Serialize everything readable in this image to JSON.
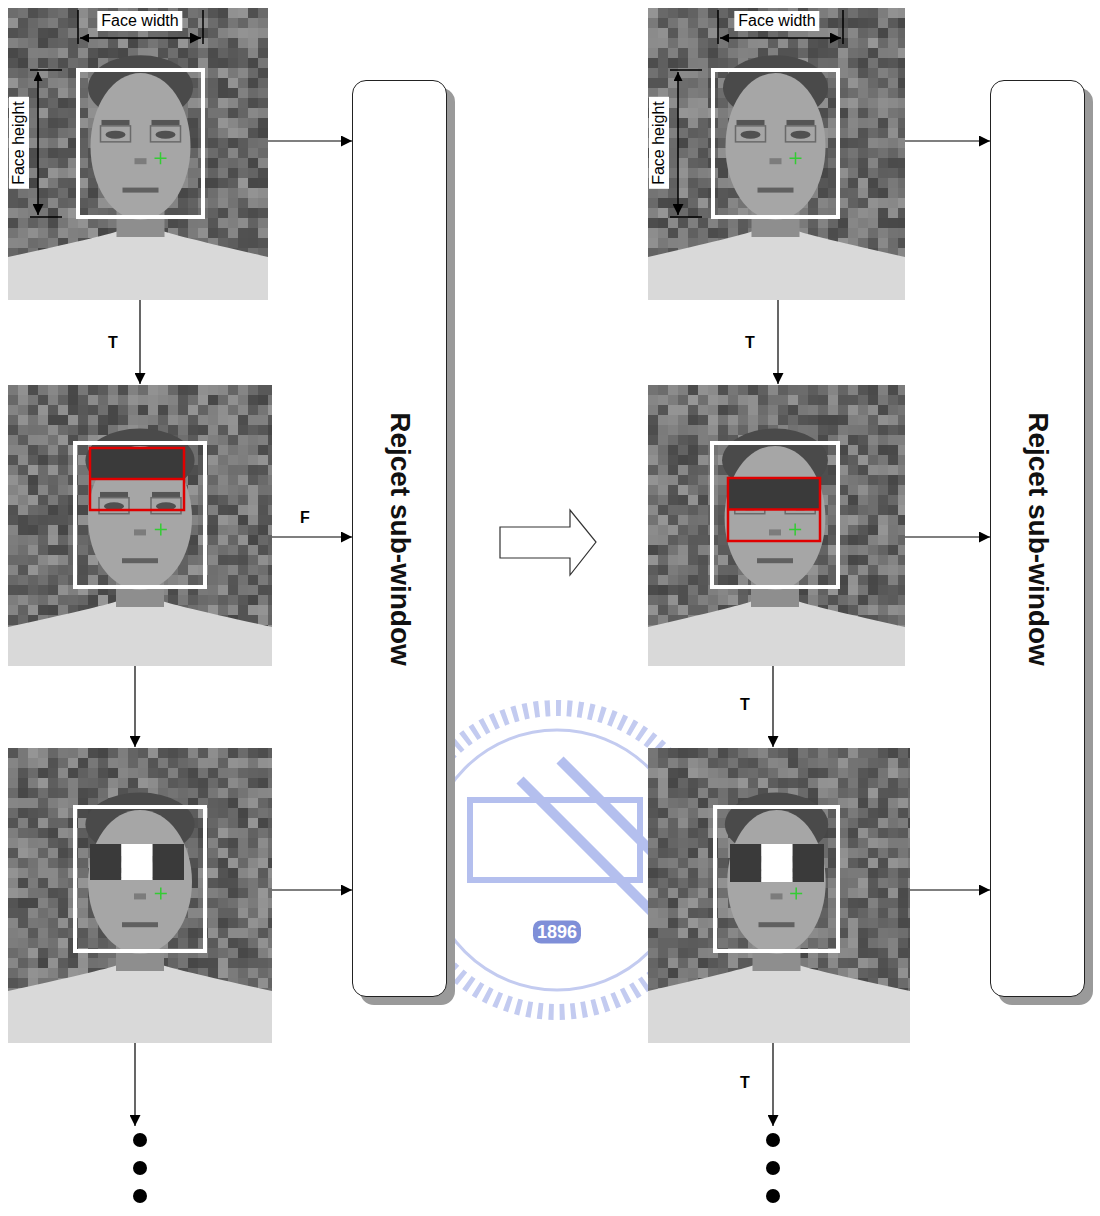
{
  "diagram": {
    "nodes": [
      {
        "text": [
          "Rejcet sub-window"
        ]
      },
      {
        "text": [
          "Rejcet sub-window"
        ]
      }
    ],
    "labels": [
      "Face width",
      "Face height",
      "T",
      "F",
      "1896",
      "Face width",
      "Face height",
      "T",
      "T",
      "T"
    ]
  }
}
